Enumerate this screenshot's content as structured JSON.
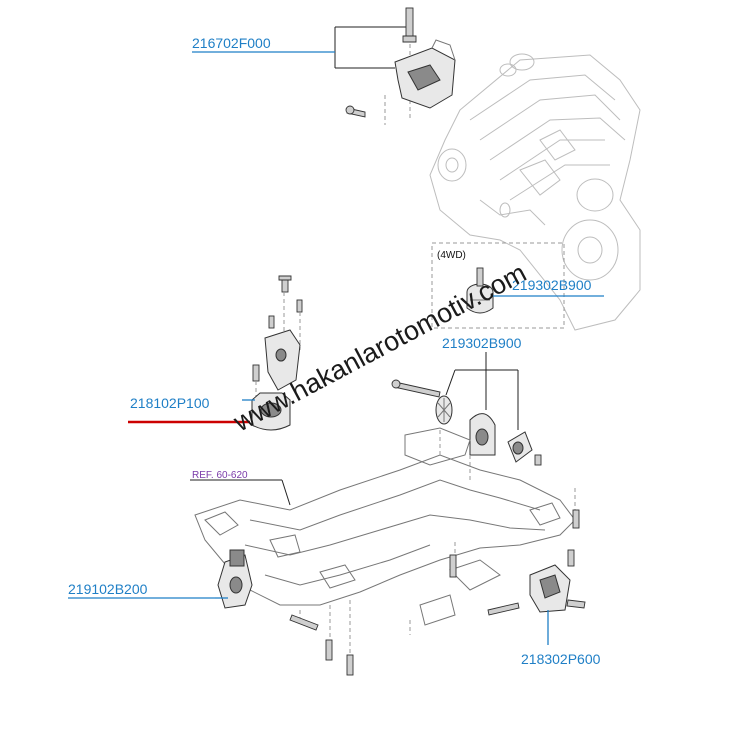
{
  "labels": {
    "p216702": "216702F000",
    "p219302_4wd": "219302B900",
    "p219302": "219302B900",
    "p218102": "218102P100",
    "p219102": "219102B200",
    "p218302": "218302P600",
    "ref": "REF. 60-620",
    "note_4wd": "(4WD)"
  },
  "watermark": "www.hakanlarotomotiv.com",
  "colors": {
    "label_blue": "#1f7fc6",
    "highlight_red": "#cc0000",
    "ref_purple": "#7a3aa8"
  }
}
